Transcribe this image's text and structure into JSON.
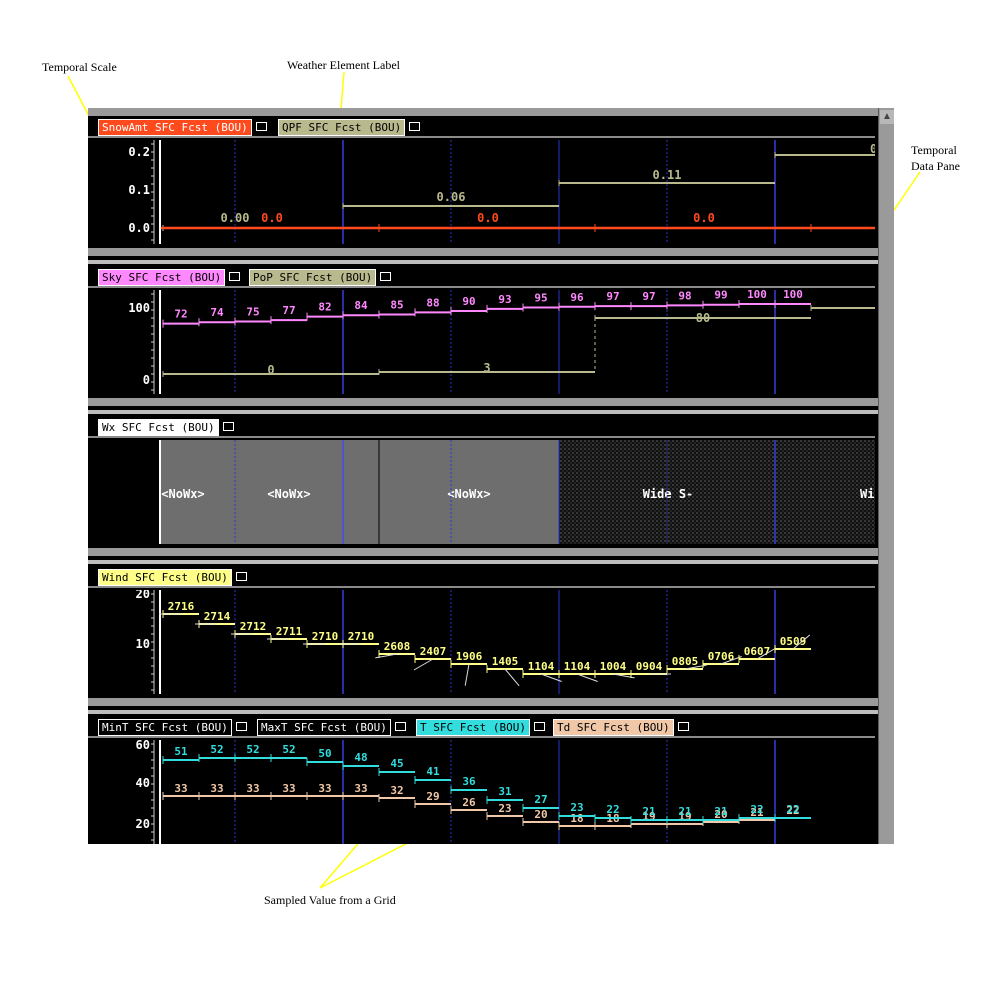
{
  "annotations": {
    "temporal_scale": "Temporal Scale",
    "weather_element_label": "Weather Element Label",
    "temporal_data_pane_1": "Temporal",
    "temporal_data_pane_2": "Data Pane",
    "sampled_value": "Sampled Value from a Grid"
  },
  "colors": {
    "snow": "#ff4a1e",
    "qpf": "#b9b98e",
    "sky": "#ff88ff",
    "pop": "#b9b98e",
    "wx": "#ffffff",
    "wind": "#ffff88",
    "mint": "#ffffff",
    "maxt": "#ffffff",
    "t": "#33dddd",
    "td": "#f0c8a8",
    "gridline": "#2a35c8"
  },
  "panels": {
    "snow": {
      "tags": [
        {
          "label": "SnowAmt SFC Fcst (BOU)",
          "bg": "#ff4a1e",
          "fg": "#ffffff"
        },
        {
          "label": "QPF SFC Fcst (BOU)",
          "bg": "#b9b98e",
          "fg": "#000000"
        }
      ],
      "ticks": [
        "0.2",
        "0.1",
        "0.0"
      ]
    },
    "sky": {
      "tags": [
        {
          "label": "Sky SFC Fcst (BOU)",
          "bg": "#ff88ff",
          "fg": "#000000"
        },
        {
          "label": "PoP SFC Fcst (BOU)",
          "bg": "#b9b98e",
          "fg": "#000000"
        }
      ],
      "ticks": [
        "100",
        "0"
      ]
    },
    "wx": {
      "tags": [
        {
          "label": "Wx SFC Fcst (BOU)",
          "bg": "#ffffff",
          "fg": "#000000"
        }
      ],
      "labels": [
        "<NoWx>",
        "<NoWx>",
        "<NoWx>",
        "Wide S-",
        "Wi"
      ]
    },
    "wind": {
      "tags": [
        {
          "label": "Wind SFC Fcst (BOU)",
          "bg": "#ffff88",
          "fg": "#000000"
        }
      ],
      "ticks": [
        "20",
        "10"
      ]
    },
    "temp": {
      "tags": [
        {
          "label": "MinT SFC Fcst (BOU)",
          "bg": "#000000",
          "fg": "#ffffff"
        },
        {
          "label": "MaxT SFC Fcst (BOU)",
          "bg": "#000000",
          "fg": "#ffffff"
        },
        {
          "label": "T SFC Fcst (BOU)",
          "bg": "#33dddd",
          "fg": "#000000"
        },
        {
          "label": "Td SFC Fcst (BOU)",
          "bg": "#f0c8a8",
          "fg": "#000000"
        }
      ],
      "ticks": [
        "60",
        "40",
        "20"
      ]
    }
  },
  "series": {
    "qpf": [
      "0.00",
      "0.06",
      "0.11",
      "0"
    ],
    "snow": [
      "0.0",
      "0.0",
      "0.0"
    ],
    "sky": [
      "72",
      "74",
      "75",
      "77",
      "82",
      "84",
      "85",
      "88",
      "90",
      "93",
      "95",
      "96",
      "97",
      "97",
      "98",
      "99",
      "100",
      "100"
    ],
    "pop": [
      "0",
      "3",
      "80"
    ],
    "wind": [
      "2716",
      "2714",
      "2712",
      "2711",
      "2710",
      "2710",
      "2608",
      "2407",
      "1906",
      "1405",
      "1104",
      "1104",
      "1004",
      "0904",
      "0805",
      "0706",
      "0607",
      "0509"
    ],
    "t": [
      "51",
      "52",
      "52",
      "52",
      "50",
      "48",
      "45",
      "41",
      "36",
      "31",
      "27",
      "23",
      "22",
      "21",
      "21",
      "21",
      "22",
      "22"
    ],
    "td": [
      "33",
      "33",
      "33",
      "33",
      "33",
      "33",
      "32",
      "29",
      "26",
      "23",
      "20",
      "18",
      "18",
      "19",
      "19",
      "20",
      "21",
      "22"
    ]
  }
}
